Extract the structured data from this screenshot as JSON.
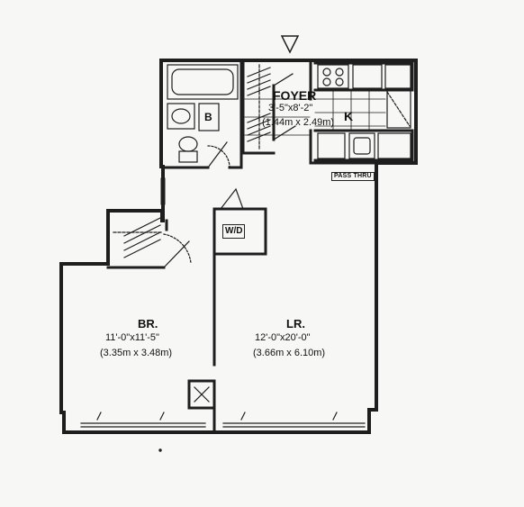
{
  "colors": {
    "wall": "#1e1e1e",
    "background": "#f7f7f5"
  },
  "rooms": {
    "foyer": {
      "name": "FOYER",
      "dim_imperial": "3'-5\"x8'-2\"",
      "dim_metric": "(1.44m x 2.49m)"
    },
    "kitchen": {
      "name": "K",
      "pass_thru": "PASS THRU"
    },
    "bath": {
      "name": "B"
    },
    "bedroom": {
      "name": "BR.",
      "dim_imperial": "11'-0\"x11'-5\"",
      "dim_metric": "(3.35m x 3.48m)"
    },
    "living": {
      "name": "LR.",
      "dim_imperial": "12'-0\"x20'-0\"",
      "dim_metric": "(3.66m x 6.10m)"
    },
    "washer_dryer": {
      "name": "W/D"
    }
  },
  "icons": [
    "entry-arrow-icon",
    "compass-icon"
  ]
}
